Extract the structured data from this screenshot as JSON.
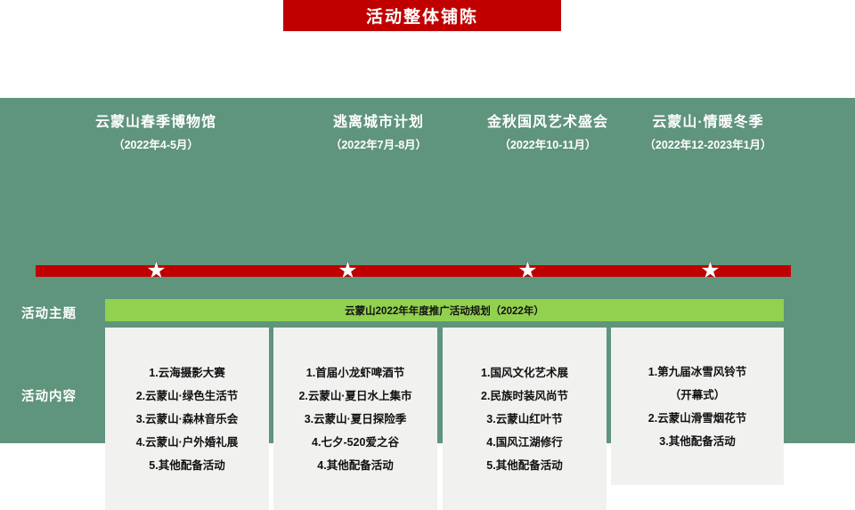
{
  "slide": {
    "title": "活动整体铺陈",
    "title_bg": "#C00000",
    "panel_bg": "#5F947D",
    "theme_bar_bg": "#92D050",
    "card_bg": "#F1F1F0"
  },
  "phases": [
    {
      "title": "云蒙山春季博物馆",
      "date": "（2022年4-5月）"
    },
    {
      "title": "逃离城市计划",
      "date": "（2022年7月-8月）"
    },
    {
      "title": "金秋国风艺术盛会",
      "date": "（2022年10-11月）"
    },
    {
      "title": "云蒙山·情暖冬季",
      "date": "（2022年12-2023年1月）"
    }
  ],
  "labels": {
    "theme": "活动主题",
    "content": "活动内容"
  },
  "theme_bar": {
    "text": "云蒙山2022年年度推广活动规划（2022年）"
  },
  "cards": [
    {
      "items": [
        "1.云海摄影大赛",
        "2.云蒙山·绿色生活节",
        "3.云蒙山·森林音乐会",
        "4.云蒙山·户外婚礼展",
        "5.其他配备活动"
      ]
    },
    {
      "items": [
        "1.首届小龙虾啤酒节",
        "2.云蒙山·夏日水上集市",
        "3.云蒙山·夏日探险季",
        "4.七夕-520爱之谷",
        "4.其他配备活动"
      ]
    },
    {
      "items": [
        "1.国风文化艺术展",
        "2.民族时装风尚节",
        "3.云蒙山红叶节",
        "4.国风江湖修行",
        "5.其他配备活动"
      ]
    },
    {
      "items": [
        "1.第九届冰雪风铃节",
        "（开幕式）",
        "2.云蒙山滑雪烟花节",
        "3.其他配备活动"
      ]
    }
  ],
  "timeline": {
    "star_glyph": "★",
    "bar_color": "#C00000"
  }
}
